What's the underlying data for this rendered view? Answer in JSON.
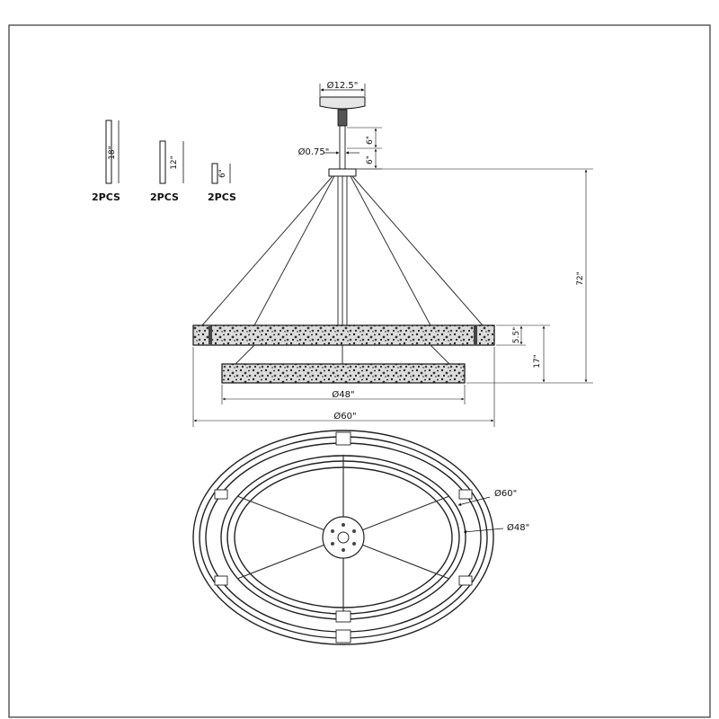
{
  "rods": [
    {
      "length": "18\"",
      "qty": "2PCS"
    },
    {
      "length": "12\"",
      "qty": "2PCS"
    },
    {
      "length": "6\"",
      "qty": "2PCS"
    }
  ],
  "dimensions": {
    "canopy": "Ø12.5\"",
    "rod_diameter": "Ø0.75\"",
    "rod_upper": "6\"",
    "rod_lower": "6\"",
    "overall_height": "72\"",
    "ring_height": "5.5\"",
    "tier_drop": "17\"",
    "small_ring": "Ø48\"",
    "large_ring": "Ø60\"",
    "plan_large": "Ø60\"",
    "plan_small": "Ø48\""
  }
}
